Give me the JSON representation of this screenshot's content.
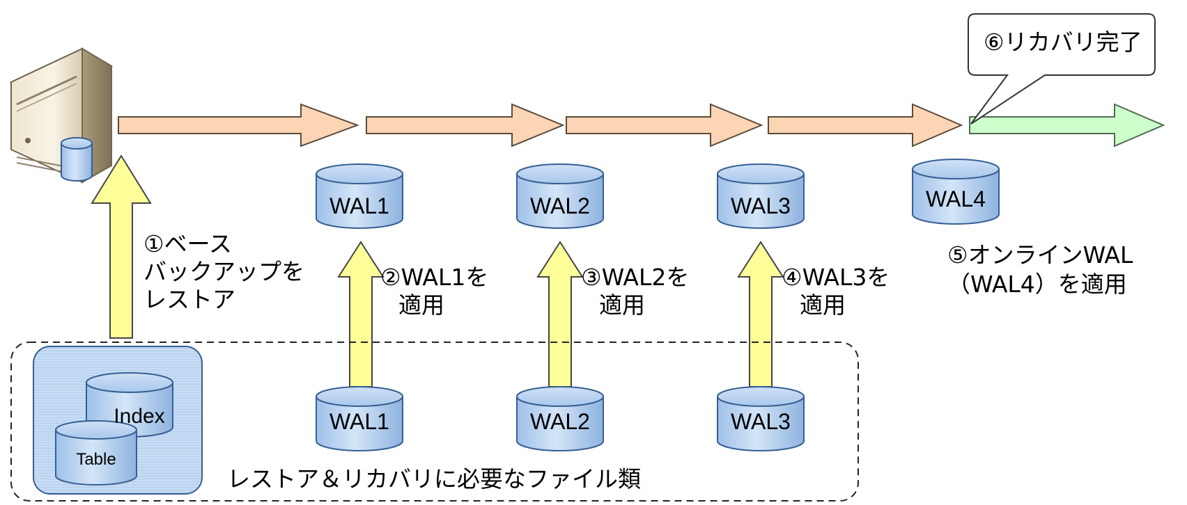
{
  "steps": {
    "restore_base": [
      "①ベース",
      "バックアップを",
      "レストア"
    ],
    "apply_wal1": [
      "②WAL1を",
      "適用"
    ],
    "apply_wal2": [
      "③WAL2を",
      "適用"
    ],
    "apply_wal3": [
      "④WAL3を",
      "適用"
    ],
    "apply_online_wal": [
      "⑤オンラインWAL",
      "（WAL4）を適用"
    ],
    "recovery_done": "⑥リカバリ完了"
  },
  "wal_top": [
    "WAL1",
    "WAL2",
    "WAL3",
    "WAL4"
  ],
  "wal_bottom": [
    "WAL1",
    "WAL2",
    "WAL3"
  ],
  "backup": {
    "index_label": "Index",
    "table_label": "Table"
  },
  "files_caption": "レストア＆リカバリに必要なファイル類",
  "colors": {
    "timeline_arrow": "#fcd5b5",
    "timeline_final_arrow": "#ccffcc",
    "apply_arrow": "#ffff99",
    "cylinder_fill": "#b9d3f0",
    "backup_panel": "#c6dcf4"
  },
  "icons": [
    "server-icon",
    "database-icon"
  ]
}
